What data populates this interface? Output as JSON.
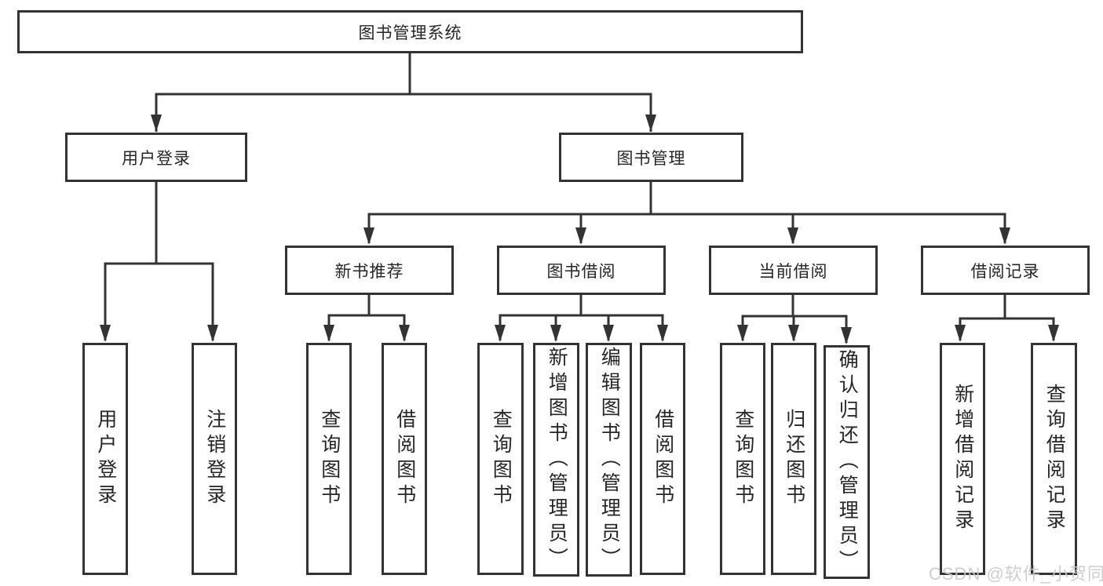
{
  "diagram_type": "hierarchy-tree",
  "colors": {
    "line": "#333333",
    "box_border": "#333333",
    "box_fill": "#ffffff",
    "text": "#262626",
    "watermark": "#c9c9c9",
    "background": "#ffffff"
  },
  "tree": {
    "label": "图书管理系统",
    "children": [
      {
        "label": "用户登录",
        "children": [
          {
            "label": "用户登录"
          },
          {
            "label": "注销登录"
          }
        ]
      },
      {
        "label": "图书管理",
        "children": [
          {
            "label": "新书推荐",
            "children": [
              {
                "label": "查询图书"
              },
              {
                "label": "借阅图书"
              }
            ]
          },
          {
            "label": "图书借阅",
            "children": [
              {
                "label": "查询图书"
              },
              {
                "label": "新增图书（管理员）"
              },
              {
                "label": "编辑图书（管理员）"
              },
              {
                "label": "借阅图书"
              }
            ]
          },
          {
            "label": "当前借阅",
            "children": [
              {
                "label": "查询图书"
              },
              {
                "label": "归还图书"
              },
              {
                "label": "确认归还（管理员）"
              }
            ]
          },
          {
            "label": "借阅记录",
            "children": [
              {
                "label": "新增借阅记录"
              },
              {
                "label": "查询借阅记录"
              }
            ]
          }
        ]
      }
    ]
  },
  "watermark": {
    "text": "CSDN @软件_小贺同学"
  }
}
